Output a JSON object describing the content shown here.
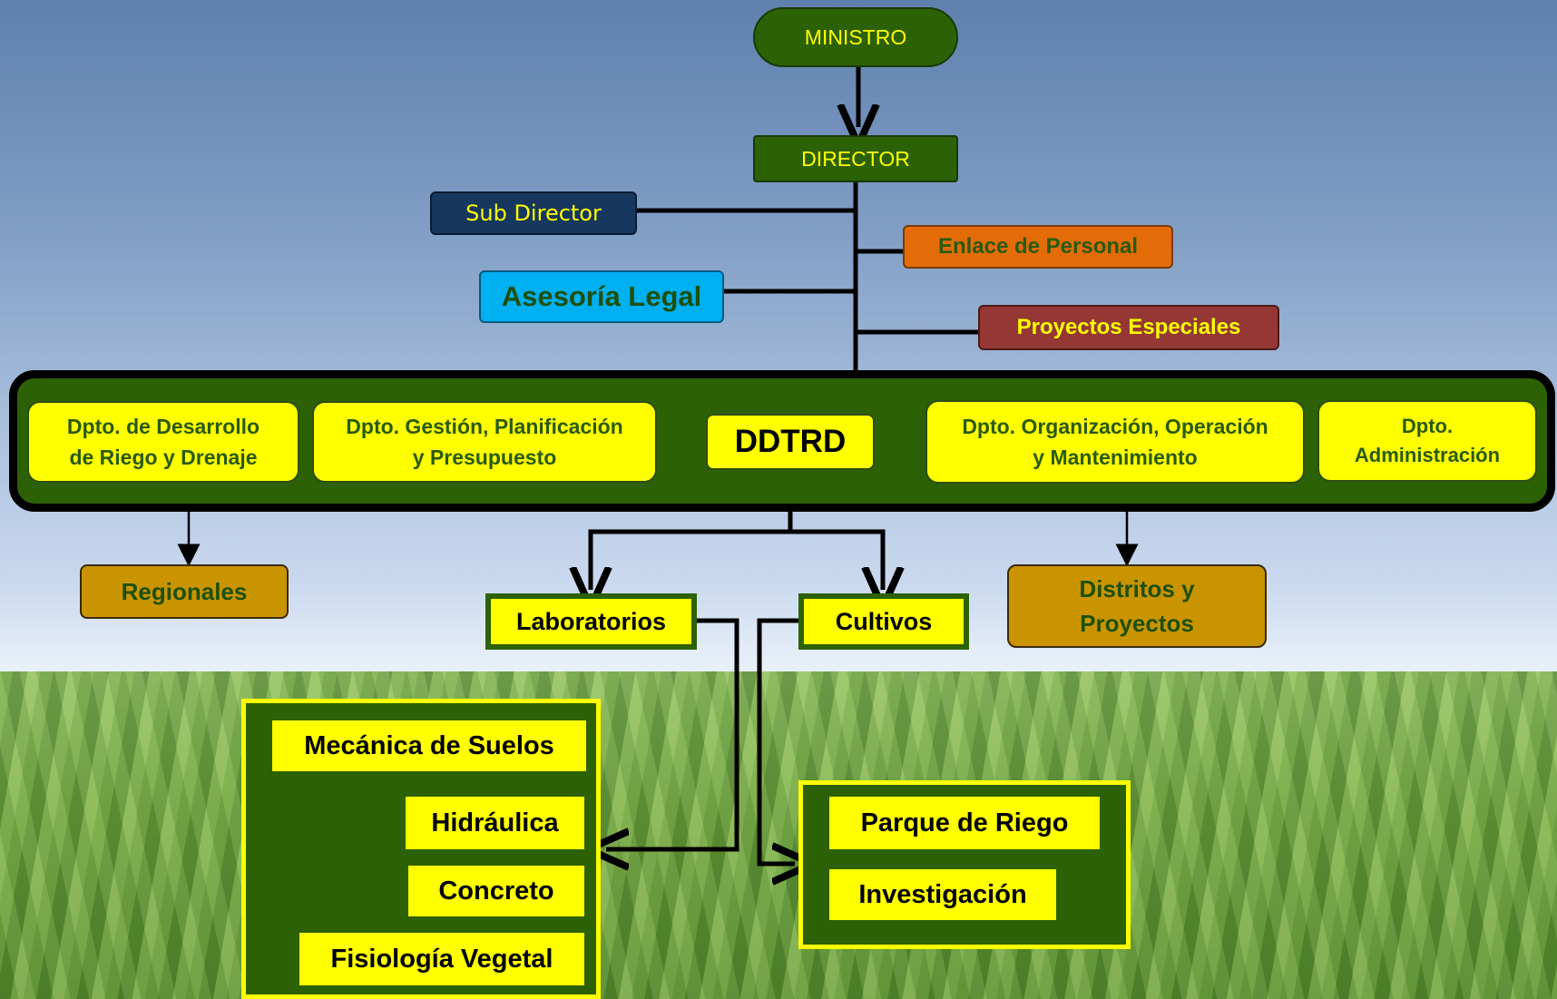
{
  "org": {
    "ministro": "MINISTRO",
    "director": "DIRECTOR",
    "sub_director": "Sub Director",
    "enlace_personal": "Enlace de Personal",
    "asesoria_legal": "Asesoría Legal",
    "proyectos_especiales": "Proyectos Especiales",
    "depts": {
      "desarrollo_1": "Dpto. de Desarrollo",
      "desarrollo_2": "de Riego y Drenaje",
      "gestion_1": "Dpto. Gestión, Planificación",
      "gestion_2": "y Presupuesto",
      "ddtrd": "DDTRD",
      "organizacion_1": "Dpto. Organización, Operación",
      "organizacion_2": "y  Mantenimiento",
      "administracion_1": "Dpto.",
      "administracion_2": "Administración"
    },
    "regionales": "Regionales",
    "laboratorios": "Laboratorios",
    "cultivos": "Cultivos",
    "distritos_1": "Distritos y",
    "distritos_2": "Proyectos",
    "labs": [
      "Mecánica de Suelos",
      "Hidráulica",
      "Concreto",
      "Fisiología Vegetal"
    ],
    "cultivos_items": [
      "Parque de Riego",
      "Investigación"
    ]
  },
  "colors": {
    "dark_green": "#2d6105",
    "yellow": "#ffff00",
    "navy": "#17375e",
    "orange": "#e36c09",
    "cyan": "#00b0f0",
    "maroon": "#953735",
    "gold": "#c99400"
  }
}
